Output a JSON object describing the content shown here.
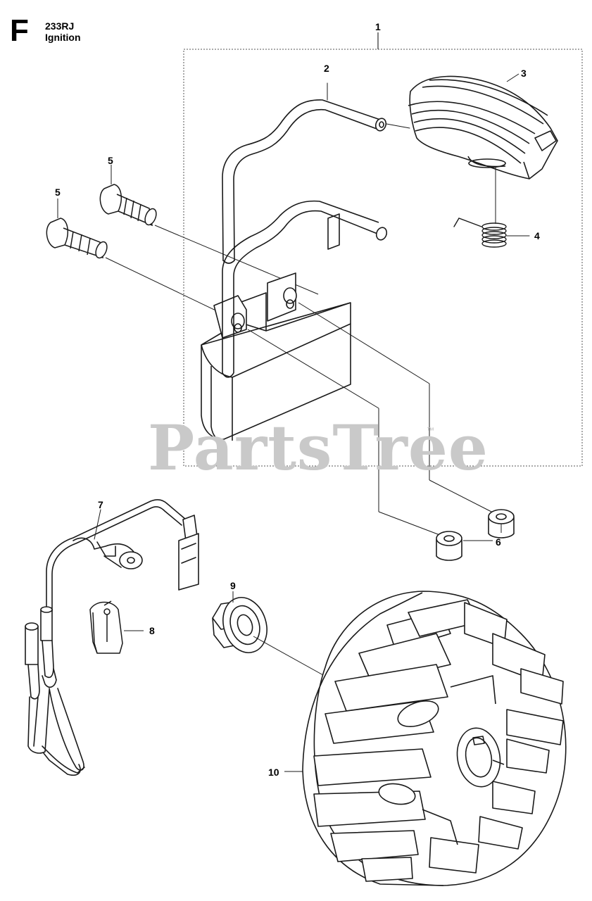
{
  "header": {
    "section_letter": "F",
    "model": "233RJ",
    "title": "Ignition"
  },
  "watermark": {
    "text": "PartsTree",
    "trademark": "™"
  },
  "callouts": [
    {
      "number": "1"
    },
    {
      "number": "2"
    },
    {
      "number": "3"
    },
    {
      "number": "4"
    },
    {
      "number": "5"
    },
    {
      "number": "5"
    },
    {
      "number": "6"
    },
    {
      "number": "7"
    },
    {
      "number": "8"
    },
    {
      "number": "9"
    },
    {
      "number": "10"
    }
  ],
  "colors": {
    "line": "#1a1a1a",
    "shade": "#d9d9d9",
    "watermark": "#c9c9c9"
  }
}
